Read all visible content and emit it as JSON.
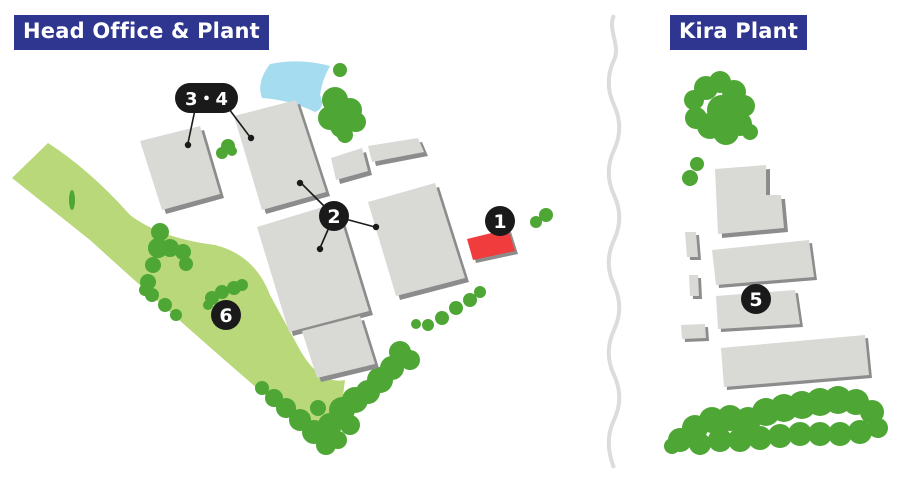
{
  "titles": {
    "head_office": "Head Office & Plant",
    "kira": "Kira Plant"
  },
  "markers": {
    "m1": "1",
    "m2": "2",
    "m34": "3・4",
    "m5": "5",
    "m6": "6"
  },
  "colors": {
    "title_bg": "#2e3690",
    "building": "#d9d9d6",
    "building_shadow": "#8c8c8c",
    "park": "#b8d87a",
    "trees": "#4ea635",
    "pond": "#a6dcf0",
    "highlight_building": "#f03c3c",
    "marker": "#1a1a1a"
  }
}
